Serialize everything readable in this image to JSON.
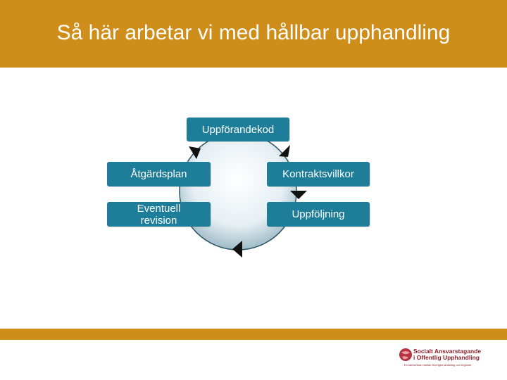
{
  "slide": {
    "title": "Så här arbetar vi med hållbar upphandling"
  },
  "diagram": {
    "nodes": {
      "top": "Uppförandekod",
      "right_upper": "Kontraktsvillkor",
      "right_lower": "Uppföljning",
      "left_upper": "Åtgärdsplan",
      "left_lower": "Eventuell revision"
    }
  },
  "logo": {
    "line1": "Socialt Ansvarstagande",
    "line2": "i Offentlig Upphandling",
    "tagline": "En samverkan mellan Sveriges landsting och regioner"
  },
  "colors": {
    "header": "#cf8e1a",
    "box": "#1e7e9a",
    "circle_edge": "#2b5566",
    "arrow": "#111111",
    "logo": "#8a1d2a"
  }
}
